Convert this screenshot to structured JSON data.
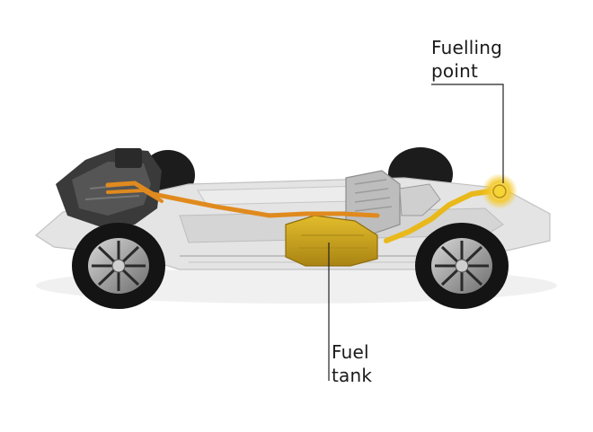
{
  "callouts": {
    "fuelling_point": {
      "line1": "Fuelling",
      "line2": "point"
    },
    "fuel_tank": {
      "line1": "Fuel",
      "line2": "tank"
    }
  },
  "colors": {
    "fuel_line": "#e08a1e",
    "tank": "#c9a21a",
    "chassis": "#d9d9d9",
    "leader_line": "#222222",
    "tyre": "#141414"
  },
  "icons": [
    "fuelling-point-glow-icon"
  ]
}
